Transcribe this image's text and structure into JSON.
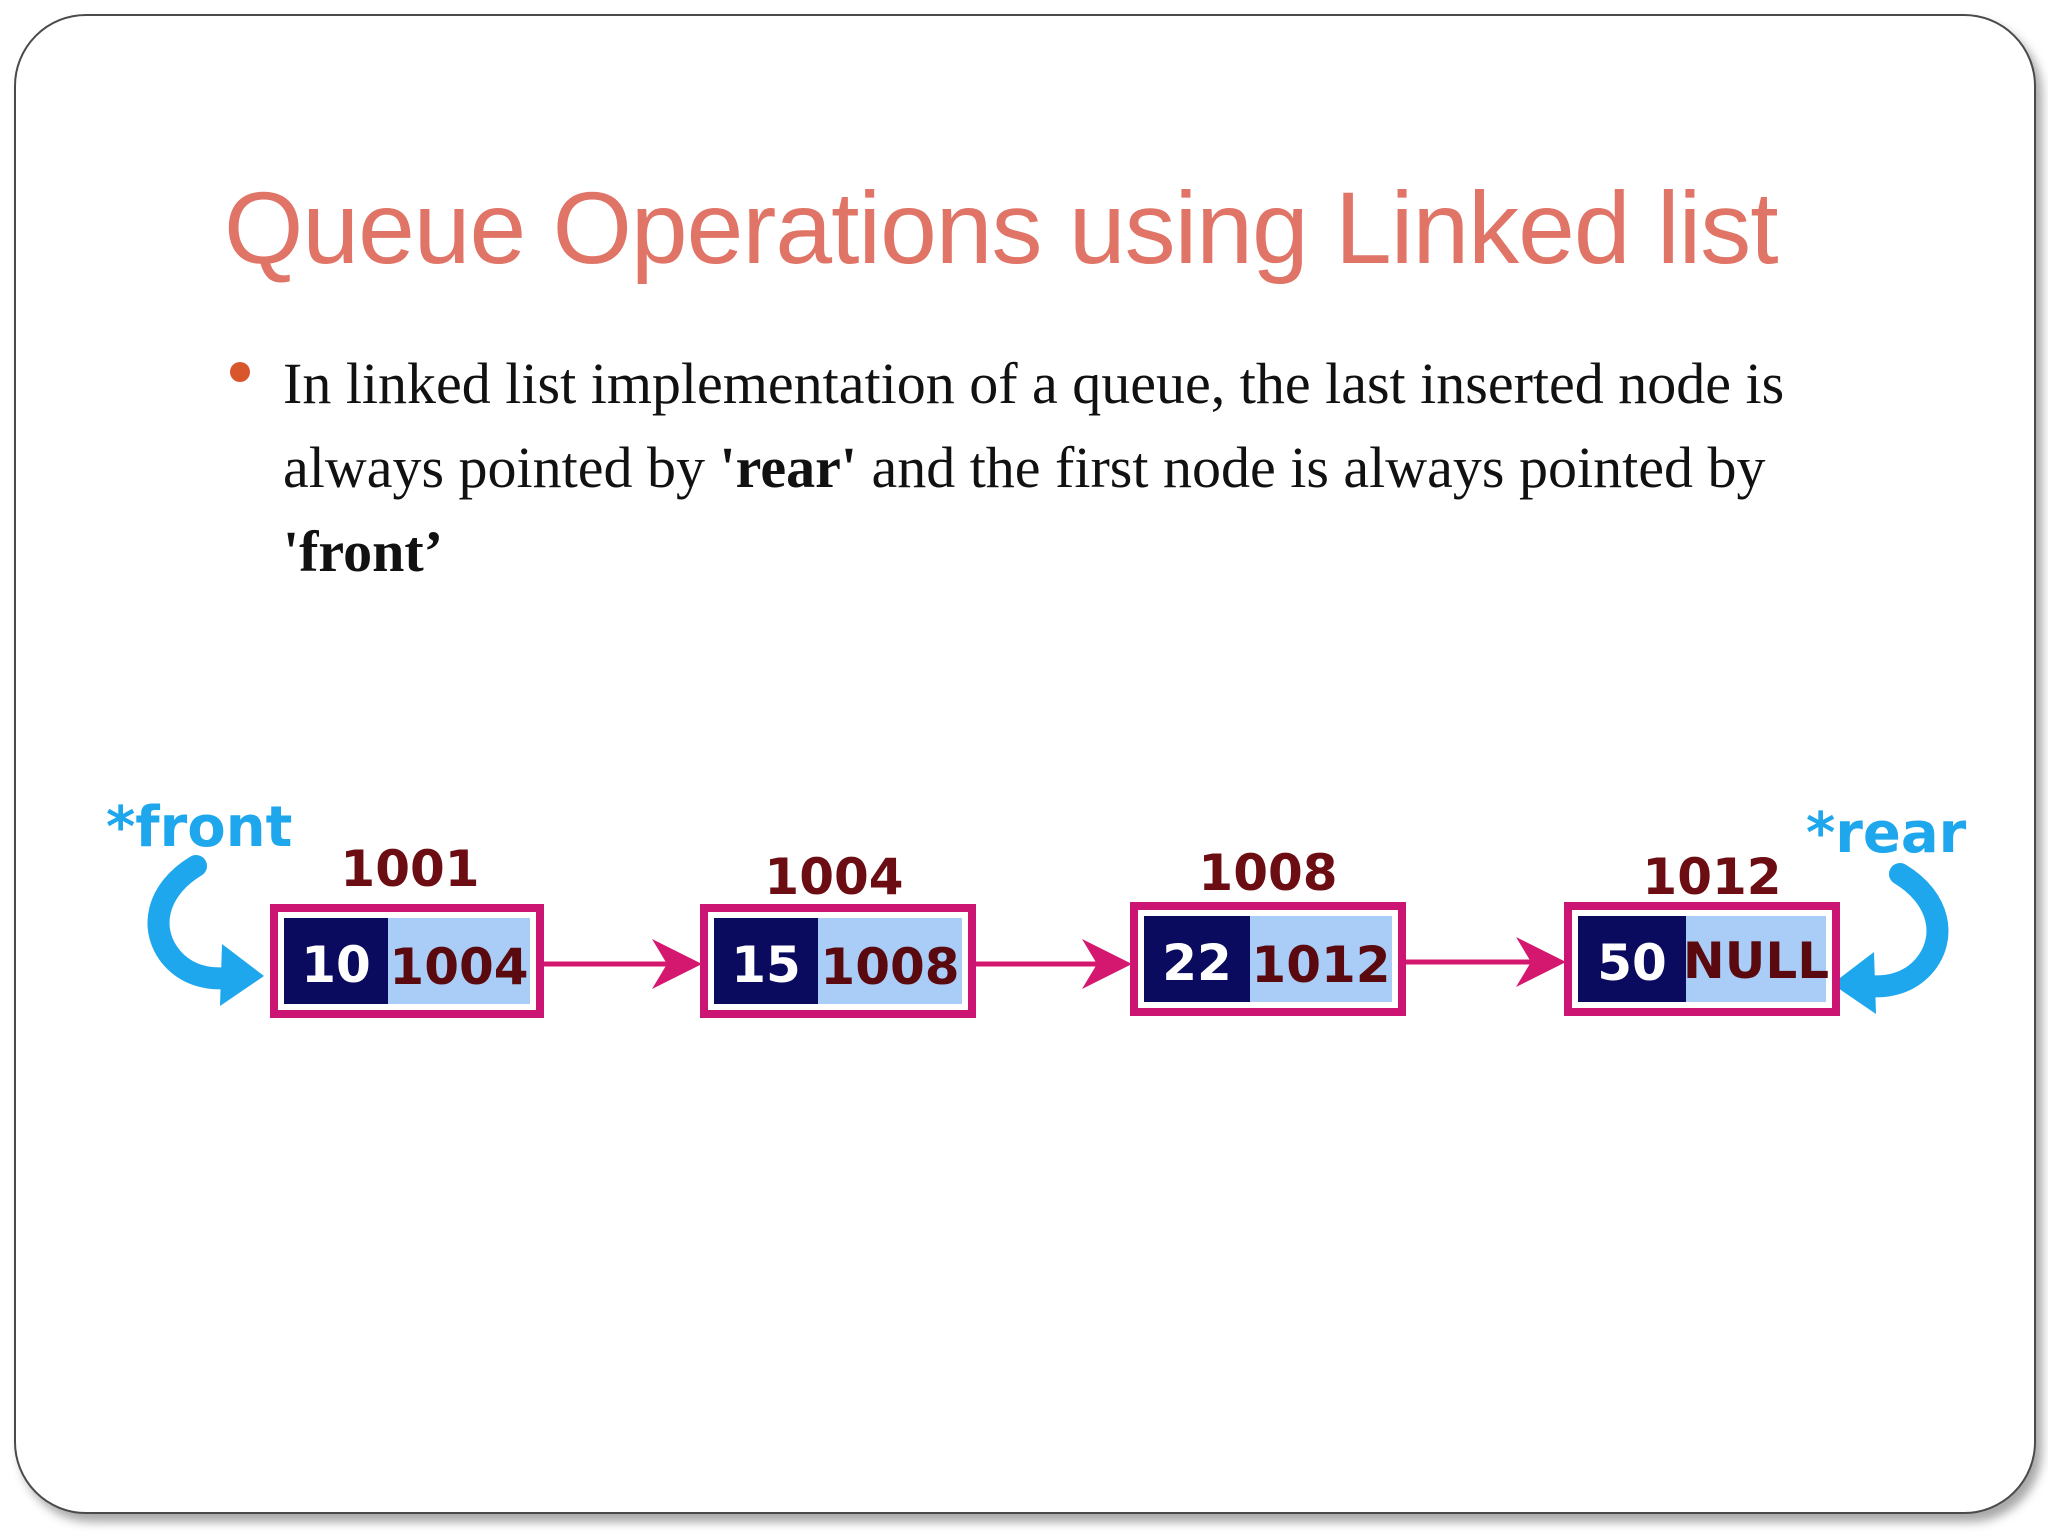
{
  "slide": {
    "title": "Queue Operations using Linked list",
    "bullet": {
      "text_1": "In linked list implementation of a queue, the last inserted node is always pointed by ",
      "rear": "'rear'",
      "text_2": " and the first node is always pointed by ",
      "front": "'front’"
    }
  },
  "diagram": {
    "front_label": "*front",
    "rear_label": "*rear",
    "nodes": [
      {
        "address": "1001",
        "data": "10",
        "next": "1004"
      },
      {
        "address": "1004",
        "data": "15",
        "next": "1008"
      },
      {
        "address": "1008",
        "data": "22",
        "next": "1012"
      },
      {
        "address": "1012",
        "data": "50",
        "next": "NULL"
      }
    ],
    "colors": {
      "node_border": "#cc1472",
      "data_cell": "#0a0a5e",
      "next_cell": "#a9cdf7",
      "arrow": "#d4186f",
      "pointer": "#1ea7ec"
    }
  }
}
